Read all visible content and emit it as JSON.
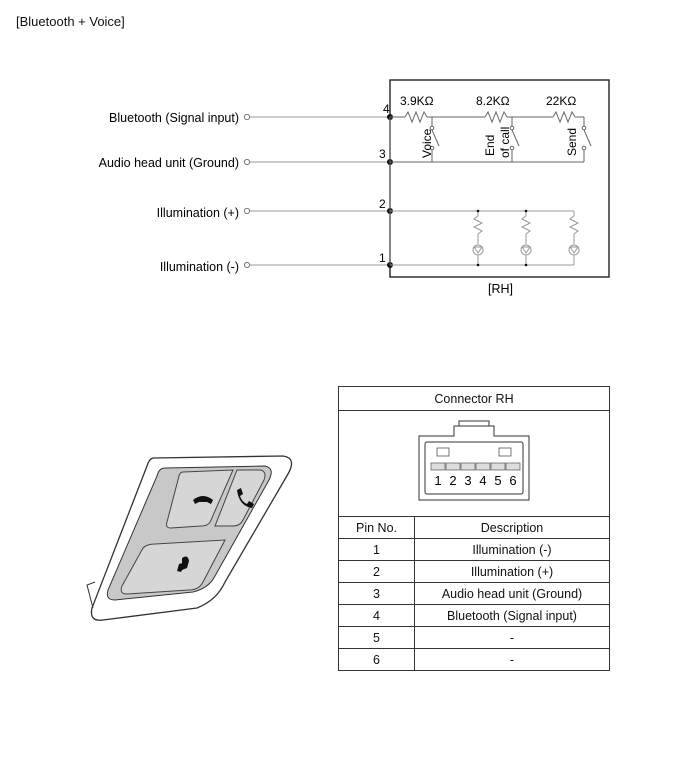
{
  "heading": "[Bluetooth + Voice]",
  "schematic": {
    "inputs": [
      {
        "pin": "4",
        "label": "Bluetooth (Signal input)"
      },
      {
        "pin": "3",
        "label": "Audio head unit (Ground)"
      },
      {
        "pin": "2",
        "label": "Illumination (+)"
      },
      {
        "pin": "1",
        "label": "Illumination (-)"
      }
    ],
    "resistors": [
      "3.9KΩ",
      "8.2KΩ",
      "22KΩ"
    ],
    "switches": [
      "Voice",
      "End of call",
      "Send"
    ],
    "switch_lines": [
      [
        "Voice"
      ],
      [
        "End",
        "of call"
      ],
      [
        "Send"
      ]
    ],
    "box_label": "[RH]"
  },
  "connector": {
    "title": "Connector RH",
    "pin_numbers": [
      "1",
      "2",
      "3",
      "4",
      "5",
      "6"
    ],
    "headers": {
      "pin": "Pin No.",
      "description": "Description"
    },
    "rows": [
      {
        "pin": "1",
        "description": "Illumination (-)"
      },
      {
        "pin": "2",
        "description": "Illumination (+)"
      },
      {
        "pin": "3",
        "description": "Audio head unit (Ground)"
      },
      {
        "pin": "4",
        "description": "Bluetooth (Signal input)"
      },
      {
        "pin": "5",
        "description": "-"
      },
      {
        "pin": "6",
        "description": "-"
      }
    ]
  },
  "switch_panel": {
    "buttons": [
      "end-call-icon",
      "phone-icon",
      "voice-icon"
    ]
  }
}
